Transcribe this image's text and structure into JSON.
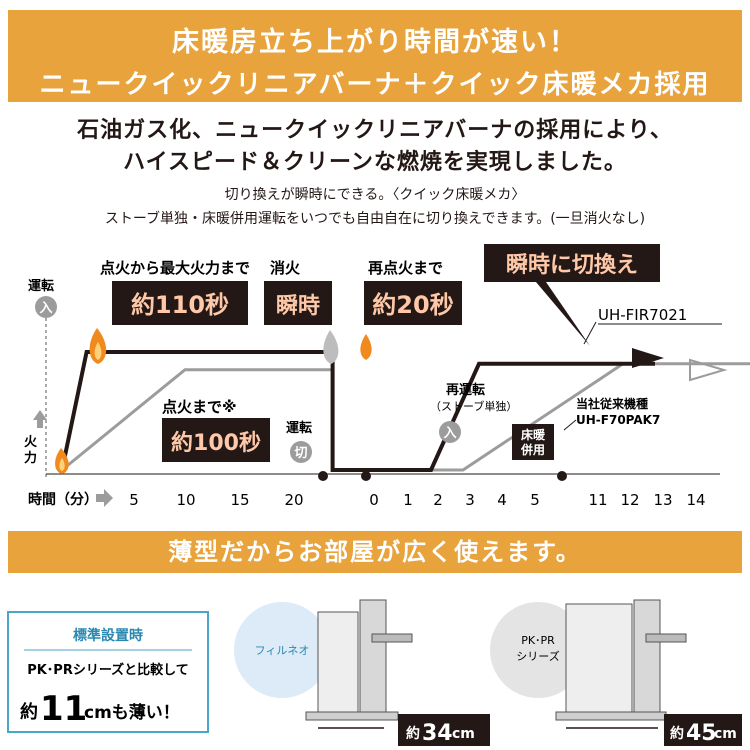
{
  "banner": {
    "line1": "床暖房立ち上がり時間が速い！",
    "line2": "ニュークイックリニアバーナ＋クイック床暖メカ採用"
  },
  "intro": {
    "line1": "石油ガス化、ニュークイックリニアバーナの採用により、",
    "line2": "ハイスピード＆クリーンな燃焼を実現しました。",
    "note1": "切り換えが瞬時にできる。〈クイック床暖メカ〉",
    "note2": "ストーブ単独・床暖併用運転をいつでも自由自在に切り換えできます。(一旦消火なし)"
  },
  "chart_data": {
    "type": "line",
    "xlabel": "時間（分）",
    "ylabel": "火力",
    "x_ticks_left": [
      "5",
      "10",
      "15",
      "20"
    ],
    "x_ticks_right": [
      "0",
      "1",
      "2",
      "3",
      "4",
      "5",
      "11",
      "12",
      "13",
      "14"
    ],
    "series": [
      {
        "name": "UH-FIR7021",
        "color": "#231815",
        "points": [
          [
            0,
            0
          ],
          [
            2,
            1
          ],
          [
            22,
            1
          ],
          [
            22,
            0
          ],
          [
            25,
            0
          ],
          [
            26.5,
            0.9
          ],
          [
            30,
            0.9
          ],
          [
            32,
            0.9
          ]
        ]
      },
      {
        "name": "当社従来機種 UH-F70PAK7",
        "color": "#9c9c9c",
        "points": [
          [
            0,
            0
          ],
          [
            10,
            0.85
          ],
          [
            22,
            0.85
          ],
          [
            22,
            0
          ],
          [
            26,
            0
          ],
          [
            31,
            0.9
          ],
          [
            36,
            0.9
          ],
          [
            36,
            0
          ],
          [
            37,
            0
          ],
          [
            38.5,
            0.9
          ],
          [
            40,
            0.9
          ]
        ]
      }
    ],
    "annotations": {
      "run": "運転",
      "on": "入",
      "to_max": "点火から最大火力まで",
      "to_max_value": "約110秒",
      "extinguish": "消火",
      "extinguish_value": "瞬時",
      "reignite": "再点火まで",
      "reignite_value": "約20秒",
      "switch": "瞬時に切換え",
      "model_new": "UH-FIR7021",
      "ignite": "点火まで※",
      "ignite_value": "約100秒",
      "run_off_label": "運転",
      "off": "切",
      "rerun_line1": "再運転",
      "rerun_line2": "（ストーブ単独）",
      "rerun_on": "入",
      "floor_line1": "床暖",
      "floor_line2": "併用",
      "old_line1": "当社従来機種",
      "old_line2": "UH-F70PAK7"
    }
  },
  "mid_banner": "薄型だからお部屋が広く使えます。",
  "comparison": {
    "label": "標準設置時",
    "line1": "PK･PRシリーズと比較して",
    "line2_pre": "約",
    "line2_num": "11",
    "line2_post": "cmも薄い！",
    "product_a": "フィルネオ",
    "product_a_pre": "約",
    "product_a_num": "34",
    "product_a_unit": "cm",
    "product_b_line1": "PK･PR",
    "product_b_line2": "シリーズ",
    "product_b_pre": "約",
    "product_b_num": "45",
    "product_b_unit": "cm"
  },
  "colors": {
    "banner": "#e8a33d",
    "dark": "#231815",
    "gray": "#9c9c9c",
    "box_text": "#ffc8a8",
    "flame": "#f08a1e"
  }
}
